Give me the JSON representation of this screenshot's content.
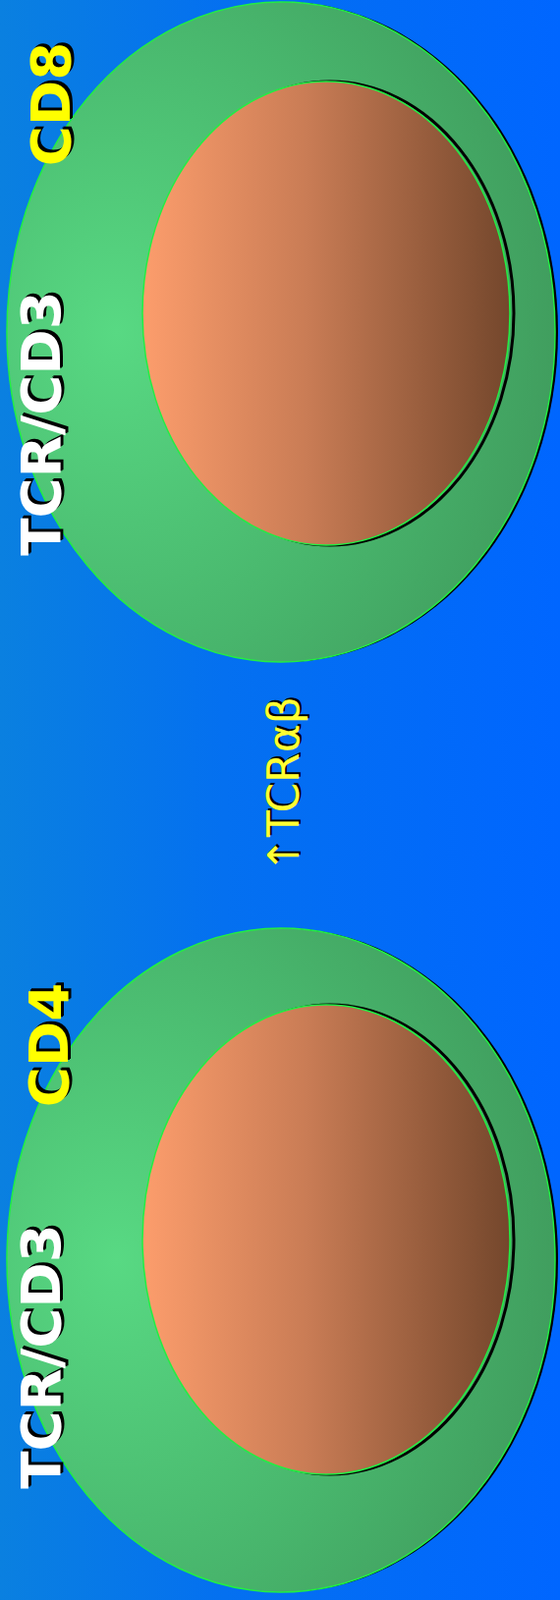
{
  "diagram": {
    "nodes": [
      {
        "text": [
          "TCR/CD3",
          "CD4"
        ]
      },
      {
        "text": [
          "TCR/CD3",
          "CD8"
        ]
      }
    ],
    "labels": [
      "↑TCRαβ"
    ]
  }
}
